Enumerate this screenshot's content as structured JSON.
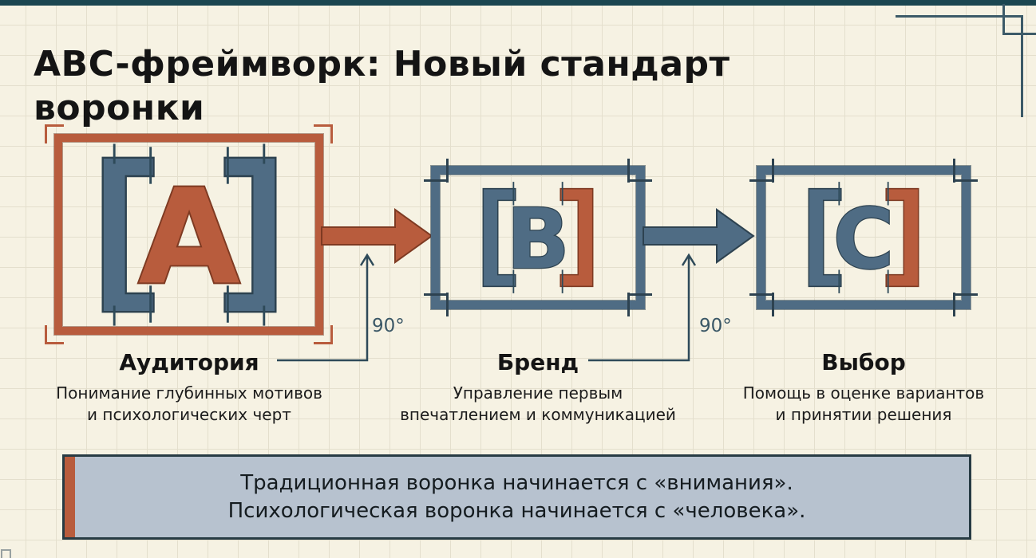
{
  "page": {
    "title_line1": "ABC-фреймворк: Новый стандарт",
    "title_line2": "воронки"
  },
  "stages": [
    {
      "letter": "A",
      "name": "Аудитория",
      "desc_line1": "Понимание глубинных мотивов",
      "desc_line2": "и психологических черт"
    },
    {
      "letter": "B",
      "name": "Бренд",
      "desc_line1": "Управление первым",
      "desc_line2": "впечатлением и коммуникацией"
    },
    {
      "letter": "C",
      "name": "Выбор",
      "desc_line1": "Помощь в оценке вариантов",
      "desc_line2": "и принятии решения"
    }
  ],
  "annotations": {
    "angle_1": "90°",
    "angle_2": "90°"
  },
  "callout": {
    "line1": "Традиционная воронка начинается с «внимания».",
    "line2": "Психологическая воронка начинается с «человека»."
  },
  "colors": {
    "orange": "#b85c3d",
    "orange-dark": "#7e3a22",
    "slate": "#4f6c84",
    "slate-dark": "#2d4250",
    "teal-bar": "#1b4650",
    "cream": "#f6f2e3",
    "callout-bg": "#b7c2cf",
    "callout-border": "#273b44"
  }
}
